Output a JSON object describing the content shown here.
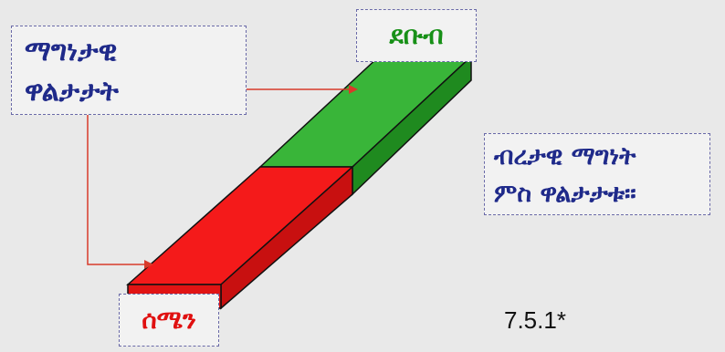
{
  "labels": {
    "magnetic_poles_line1": "ማግነታዊ",
    "magnetic_poles_line2": "ዋልታታት",
    "north": "ደቡብ",
    "south": "ሰሜን",
    "bar_magnet_line1": "ብረታዊ ማግነት",
    "bar_magnet_line2": "ምስ ዋልታታቱ።"
  },
  "figure_number": "7.5.1*",
  "colors": {
    "north_pole": "#2fa62f",
    "south_pole": "#f01818",
    "arrow": "#d83a2a",
    "label_text": "#1f2a8a"
  }
}
